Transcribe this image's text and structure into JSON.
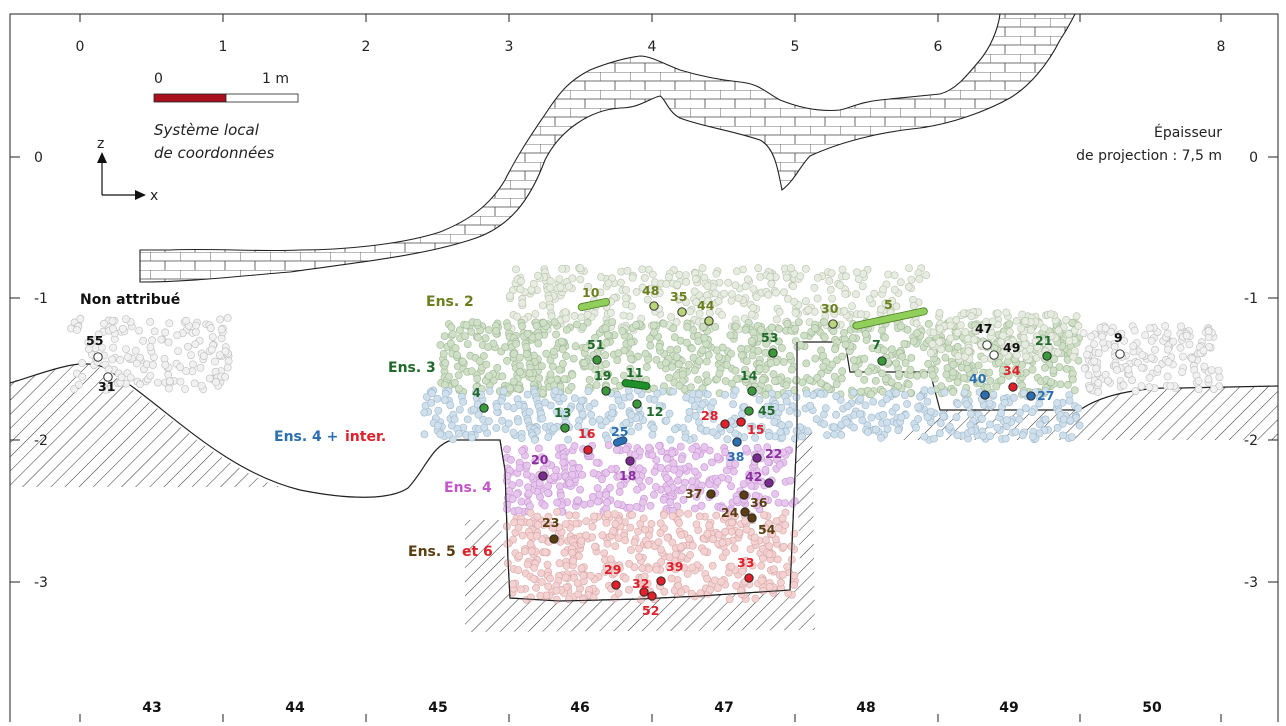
{
  "colors": {
    "ens2": "#6b7f1f",
    "ens3": "#1f6a2a",
    "ens4_blue": "#2b6fb0",
    "ens4_pink": "#c455c8",
    "inter_red": "#e0202a",
    "ens56": "#5a3d10",
    "scale_red": "#a8101e",
    "black": "#111111"
  },
  "top_axis": {
    "ticks": [
      "0",
      "1",
      "2",
      "3",
      "4",
      "5",
      "6",
      "8"
    ]
  },
  "bottom_axis": {
    "ticks": [
      "43",
      "44",
      "45",
      "46",
      "47",
      "48",
      "49",
      "50"
    ]
  },
  "left_axis": {
    "ticks": [
      "0",
      "-1",
      "-2",
      "-3"
    ]
  },
  "right_axis": {
    "ticks": [
      "0",
      "-1",
      "-2",
      "-3"
    ]
  },
  "scale_bar": {
    "start": "0",
    "end": "1 m"
  },
  "coord_system": {
    "line1": "Système local",
    "line2": "de coordonnées",
    "z": "z",
    "x": "x"
  },
  "projection": {
    "line1": "Épaisseur",
    "line2": "de projection : 7,5 m"
  },
  "group_labels": {
    "non_attribue": "Non attribué",
    "ens2": "Ens. 2",
    "ens3": "Ens. 3",
    "ens4_inter_a": "Ens. 4 +",
    "ens4_inter_b": "inter.",
    "ens4": "Ens. 4",
    "ens56_a": "Ens. 5",
    "ens56_b": "et 6"
  },
  "finds": [
    {
      "id": "55",
      "group": "black",
      "hollow": true
    },
    {
      "id": "31",
      "group": "black",
      "hollow": true
    },
    {
      "id": "10",
      "group": "ens2"
    },
    {
      "id": "48",
      "group": "ens2"
    },
    {
      "id": "35",
      "group": "ens2"
    },
    {
      "id": "44",
      "group": "ens2"
    },
    {
      "id": "30",
      "group": "ens2"
    },
    {
      "id": "5",
      "group": "ens2"
    },
    {
      "id": "51",
      "group": "ens3"
    },
    {
      "id": "11",
      "group": "ens3"
    },
    {
      "id": "19",
      "group": "ens3"
    },
    {
      "id": "12",
      "group": "ens3"
    },
    {
      "id": "4",
      "group": "ens3"
    },
    {
      "id": "13",
      "group": "ens3"
    },
    {
      "id": "53",
      "group": "ens3"
    },
    {
      "id": "14",
      "group": "ens3"
    },
    {
      "id": "45",
      "group": "ens3"
    },
    {
      "id": "7",
      "group": "ens3"
    },
    {
      "id": "21",
      "group": "ens3"
    },
    {
      "id": "28",
      "group": "inter"
    },
    {
      "id": "15",
      "group": "inter"
    },
    {
      "id": "16",
      "group": "inter"
    },
    {
      "id": "34",
      "group": "inter"
    },
    {
      "id": "25",
      "group": "ens4b"
    },
    {
      "id": "38",
      "group": "ens4b"
    },
    {
      "id": "40",
      "group": "ens4b"
    },
    {
      "id": "27",
      "group": "ens4b"
    },
    {
      "id": "47",
      "group": "black",
      "hollow": true
    },
    {
      "id": "49",
      "group": "black",
      "hollow": true
    },
    {
      "id": "9",
      "group": "black",
      "hollow": true
    },
    {
      "id": "20",
      "group": "ens4p"
    },
    {
      "id": "18",
      "group": "ens4p"
    },
    {
      "id": "22",
      "group": "ens4p"
    },
    {
      "id": "42",
      "group": "ens4p"
    },
    {
      "id": "37",
      "group": "ens56"
    },
    {
      "id": "36",
      "group": "ens56"
    },
    {
      "id": "24",
      "group": "ens56"
    },
    {
      "id": "54",
      "group": "ens56"
    },
    {
      "id": "23",
      "group": "ens56"
    },
    {
      "id": "29",
      "group": "inter"
    },
    {
      "id": "32",
      "group": "inter"
    },
    {
      "id": "39",
      "group": "inter"
    },
    {
      "id": "33",
      "group": "inter"
    },
    {
      "id": "52",
      "group": "inter"
    }
  ]
}
